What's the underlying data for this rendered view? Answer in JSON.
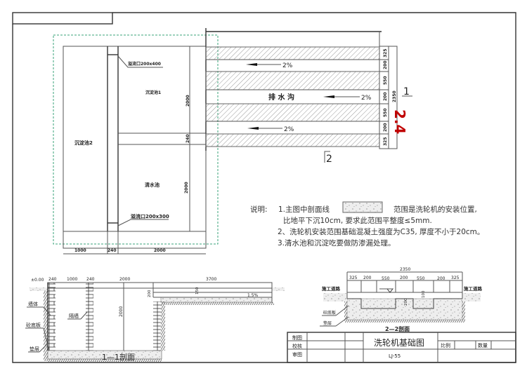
{
  "plan": {
    "overflow_top": "溢流口200x400",
    "overflow_bottom": "溢流口200x300",
    "tank1": "沉淀池1",
    "tank2": "沉淀池2",
    "clear_tank": "清水池",
    "dim_2000_a": "2000",
    "dim_240_v": "240",
    "dim_2000_b": "2000",
    "dim_1000": "1000",
    "dim_240_h": "240",
    "dim_2000_h": "2000",
    "drain": "排 水 沟",
    "slopes": [
      "2%",
      "2%",
      "2%"
    ],
    "band_dims": [
      "325",
      "200",
      "550",
      "200",
      "550",
      "200",
      "325"
    ],
    "total_dim": "2350",
    "section1_mark": "1",
    "section2_mark": "2",
    "red_label": "2.4",
    "red_color": "#c00000",
    "guide_color": "#3aa37a"
  },
  "notes": {
    "prefix": "说明:",
    "line1a": "1.主图中剖面线",
    "line1b": "范围是洗轮机的安装位置,",
    "line1c": "比地平下沉10cm, 要求此范围平整度≤5mm.",
    "line2": "2、洗轮机安装范围基础混凝土强度为C35, 厚度不小于20cm。",
    "line3": "3.清水池和沉淀吃要做防渗漏处理。"
  },
  "section11": {
    "title": "1—1剖面",
    "elev": "±0.00",
    "dims": [
      "240",
      "1000",
      "240",
      "2000",
      "3700"
    ],
    "dim_200": "200",
    "dim_150": "150",
    "dim_2000": "2000",
    "slope": "1.5%",
    "wall": "墙体",
    "partition": "隔墙",
    "slab": "砼底板",
    "cushion": "垫层"
  },
  "section22": {
    "title": "2—2剖面",
    "total": "2350",
    "dims": [
      "325",
      "200",
      "550",
      "200",
      "550",
      "200",
      "325"
    ],
    "dim_200": "200",
    "dim_100": "100",
    "road_left": "施工道路",
    "road_right": "施工道路",
    "slab": "砼底板",
    "cushion": "垫层"
  },
  "title_block": {
    "drawn": "制图",
    "checked": "校核",
    "approved": "审图",
    "title": "洗轮机基础图",
    "code": "LJ-55",
    "scale": "比例",
    "quantity": "数量"
  }
}
